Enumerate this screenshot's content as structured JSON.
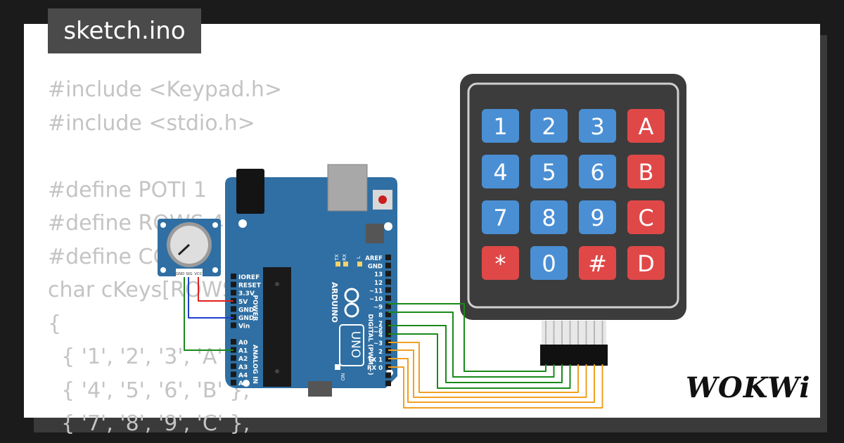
{
  "file_tab": {
    "title": "sketch.ino"
  },
  "code_lines": [
    "#include <Keypad.h>",
    "#include <stdio.h>",
    "",
    "#define POTI 1",
    "#define ROWS 4",
    "#define COLS 4",
    "char cKeys[ROWS][COLS] =",
    "{",
    "  { '1', '2', '3', 'A' },",
    "  { '4', '5', '6', 'B' },",
    "  { '7', '8', '9', 'C' },"
  ],
  "brand": {
    "name": "WOKWi"
  },
  "board": {
    "name": "UNO",
    "maker": "ARDUINO",
    "power_labels": [
      "IOREF",
      "RESET",
      "3.3V",
      "5V",
      "GND",
      "GND",
      "Vin"
    ],
    "power_section": "POWER",
    "analog_labels": [
      "A0",
      "A1",
      "A2",
      "A3",
      "A4",
      "A5"
    ],
    "analog_section": "ANALOG IN",
    "digital_labels": [
      "AREF",
      "GND",
      "13",
      "12",
      "~11",
      "~10",
      "~9",
      "8",
      "7",
      "~6",
      "~5",
      "4",
      "~3",
      "2",
      "TX 1",
      "RX 0"
    ],
    "digital_section": "DIGITAL (PWM ~)",
    "led_labels": [
      "TX",
      "RX",
      "L"
    ],
    "on_label": "ON"
  },
  "potentiometer": {
    "pin_labels": [
      "GND",
      "SIG",
      "VCC"
    ]
  },
  "keypad": {
    "keys": [
      {
        "label": "1",
        "kind": "num"
      },
      {
        "label": "2",
        "kind": "num"
      },
      {
        "label": "3",
        "kind": "num"
      },
      {
        "label": "A",
        "kind": "fn"
      },
      {
        "label": "4",
        "kind": "num"
      },
      {
        "label": "5",
        "kind": "num"
      },
      {
        "label": "6",
        "kind": "num"
      },
      {
        "label": "B",
        "kind": "fn"
      },
      {
        "label": "7",
        "kind": "num"
      },
      {
        "label": "8",
        "kind": "num"
      },
      {
        "label": "9",
        "kind": "num"
      },
      {
        "label": "C",
        "kind": "fn"
      },
      {
        "label": "*",
        "kind": "fn"
      },
      {
        "label": "0",
        "kind": "num"
      },
      {
        "label": "#",
        "kind": "fn"
      },
      {
        "label": "D",
        "kind": "fn"
      }
    ]
  },
  "colors": {
    "board": "#2f6fa3",
    "key_num": "#4a8fd4",
    "key_fn": "#e04848",
    "keypad_body": "#3c3c3c",
    "wire_green": "#1a8a1a",
    "wire_orange": "#f0a020",
    "wire_red": "#e02020",
    "wire_blue": "#1f3fd0"
  }
}
